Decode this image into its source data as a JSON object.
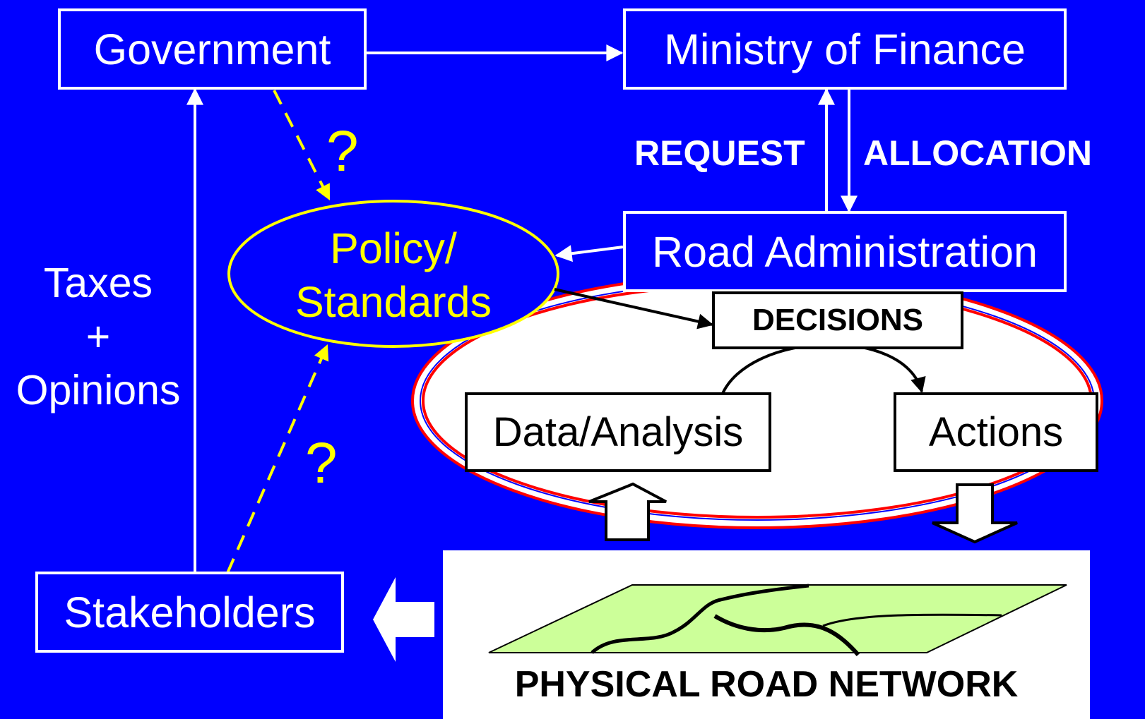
{
  "nodes": {
    "government": "Government",
    "ministry": "Ministry of Finance",
    "road_admin": "Road Administration",
    "stakeholders": "Stakeholders",
    "policy_line1": "Policy/",
    "policy_line2": "Standards",
    "decisions": "DECISIONS",
    "data_analysis": "Data/Analysis",
    "actions": "Actions",
    "road_network": "PHYSICAL ROAD NETWORK"
  },
  "edge_labels": {
    "request": "REQUEST",
    "allocation": "ALLOCATION",
    "taxes_line1": "Taxes",
    "taxes_line2": "+",
    "taxes_line3": "Opinions",
    "question_top": "?",
    "question_bottom": "?"
  },
  "colors": {
    "background": "#0000ff",
    "policy_ellipse": "#ffff00",
    "decision_ring": "#ff0000",
    "road_plane": "#ccff99"
  }
}
